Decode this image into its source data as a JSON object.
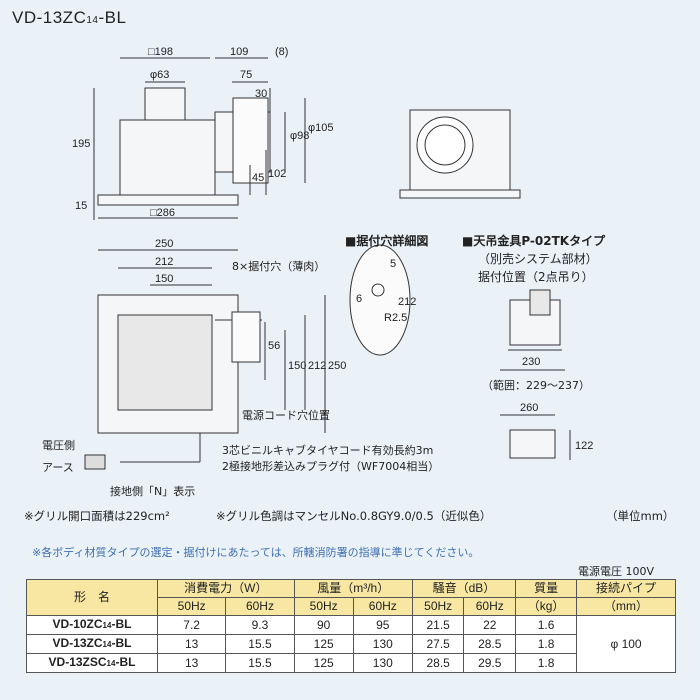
{
  "title": {
    "main": "VD-13ZC",
    "sub": "14",
    "tail": "-BL"
  },
  "dims_top": {
    "sq198": "□198",
    "d109": "109",
    "d8": "(8)",
    "phi63": "φ63",
    "d75": "75",
    "d30": "30",
    "phi98": "φ98",
    "phi105": "φ105",
    "d195": "195",
    "d45": "45",
    "d102": "102",
    "d15": "15",
    "sq286": "□286"
  },
  "dims_plan": {
    "d250": "250",
    "d212": "212",
    "d150": "150",
    "holes": "8×据付穴（薄肉）",
    "v56": "56",
    "v150": "150",
    "v212": "212",
    "v250": "250",
    "cord_hole": "電源コード穴位置",
    "cord": "3芯ビニルキャブタイヤコード有効長約3m",
    "plug": "2極接地形差込みプラグ付（WF7004相当）",
    "voltage_side": "電圧側",
    "earth": "アース",
    "n_mark": "接地側「N」表示"
  },
  "detail": {
    "header": "■据付穴詳細図",
    "d5": "5",
    "d6": "6",
    "r25": "R2.5",
    "d212": "212"
  },
  "hanger": {
    "header": "■天吊金具P-02TKタイプ",
    "line2": "（別売システム部材）",
    "line3": "据付位置（2点吊り）",
    "d230": "230",
    "range": "（範囲：229～237）",
    "d260": "260",
    "d122": "122"
  },
  "notes": {
    "grille_area": "※グリル開口面積は229cm²",
    "grille_color": "※グリル色調はマンセルNo.0.8GY9.0/0.5（近似色）",
    "unit": "（単位mm）",
    "warning": "※各ボディ材質タイプの選定・据付けにあたっては、所轄消防署の指導に準じてください。",
    "power": "電源電圧 100V"
  },
  "table": {
    "h_model": "形　名",
    "h_power": "消費電力（W）",
    "h_air": "風量（m³/h）",
    "h_noise": "騒音（dB）",
    "h_mass": "質量",
    "h_mass_unit": "（kg）",
    "h_pipe": "接続パイプ",
    "h_pipe_unit": "（mm）",
    "hz50": "50Hz",
    "hz60": "60Hz",
    "pipe_value": "φ 100",
    "rows": [
      {
        "m1": "VD-10ZC",
        "sub": "14",
        "m2": "-BL",
        "p50": "7.2",
        "p60": "9.3",
        "a50": "90",
        "a60": "95",
        "n50": "21.5",
        "n60": "22",
        "kg": "1.6"
      },
      {
        "m1": "VD-13ZC",
        "sub": "14",
        "m2": "-BL",
        "p50": "13",
        "p60": "15.5",
        "a50": "125",
        "a60": "130",
        "n50": "27.5",
        "n60": "28.5",
        "kg": "1.8"
      },
      {
        "m1": "VD-13ZSC",
        "sub": "14",
        "m2": "-BL",
        "p50": "13",
        "p60": "15.5",
        "a50": "125",
        "a60": "130",
        "n50": "28.5",
        "n60": "29.5",
        "kg": "1.8"
      }
    ]
  }
}
